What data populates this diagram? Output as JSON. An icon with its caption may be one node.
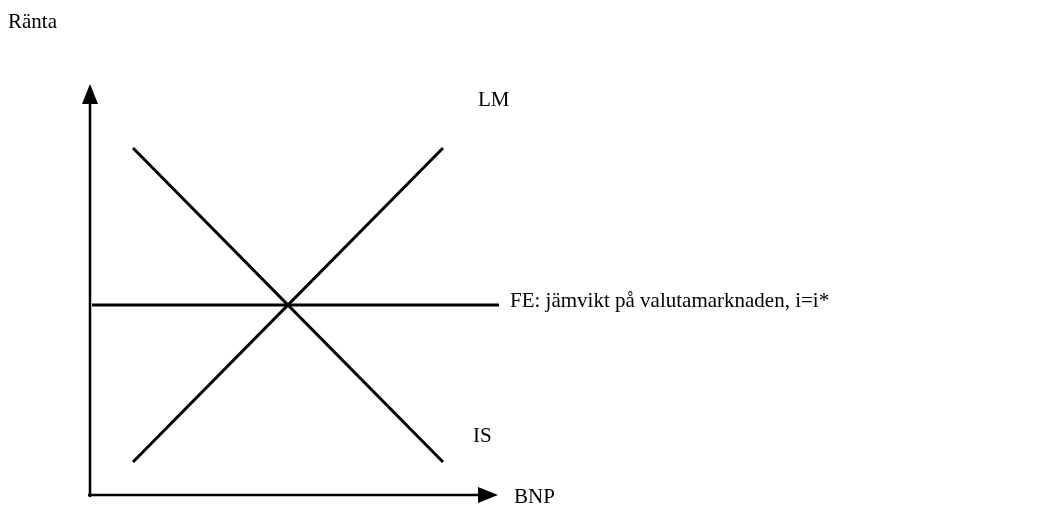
{
  "diagram": {
    "labels": [
      "Ränta",
      "LM",
      "FE: jämvikt på valutamarknaden, i=i*",
      "IS",
      "BNP"
    ]
  }
}
